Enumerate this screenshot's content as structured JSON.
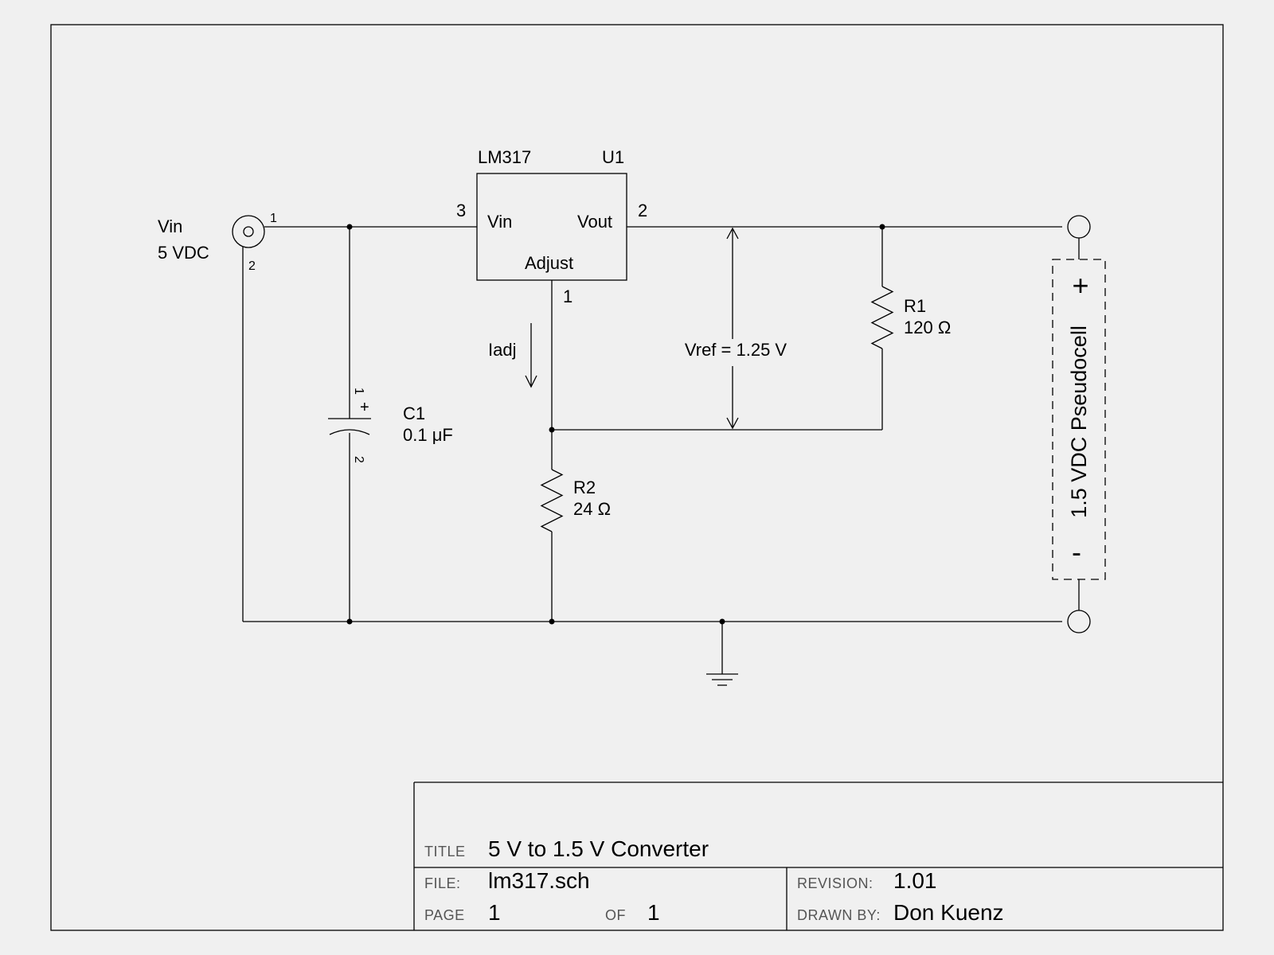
{
  "colors": {
    "background": "#f0f0f0",
    "ink": "#000000",
    "titleblock_key": "#555555"
  },
  "schematic": {
    "input_connector": {
      "name": "Vin",
      "voltage": "5 VDC",
      "pin1": "1",
      "pin2": "2"
    },
    "regulator": {
      "part": "LM317",
      "refdes": "U1",
      "pin_vin_label": "Vin",
      "pin_vout_label": "Vout",
      "pin_adj_label": "Adjust",
      "pin_vin_number": "3",
      "pin_vout_number": "2",
      "pin_adj_number": "1"
    },
    "c1": {
      "refdes": "C1",
      "value": "0.1 μF",
      "pin1": "1",
      "pin2": "2",
      "polarity": "+"
    },
    "r1": {
      "refdes": "R1",
      "value": "120 Ω"
    },
    "r2": {
      "refdes": "R2",
      "value": "24 Ω"
    },
    "iadj_label": "Iadj",
    "vref_label": "Vref = 1.25 V",
    "output": {
      "label": "1.5 VDC Pseudocell",
      "plus": "+",
      "minus": "-"
    },
    "icons": [
      "ground-symbol",
      "bnc-connector-icon",
      "resistor-symbol",
      "capacitor-symbol"
    ]
  },
  "title_block": {
    "title_key": "TITLE",
    "title_value": "5 V to 1.5 V Converter",
    "file_key": "FILE:",
    "file_value": "lm317.sch",
    "revision_key": "REVISION:",
    "revision_value": "1.01",
    "page_key": "PAGE",
    "page_value": "1",
    "of_key": "OF",
    "of_value": "1",
    "drawn_by_key": "DRAWN BY:",
    "drawn_by_value": "Don Kuenz"
  }
}
